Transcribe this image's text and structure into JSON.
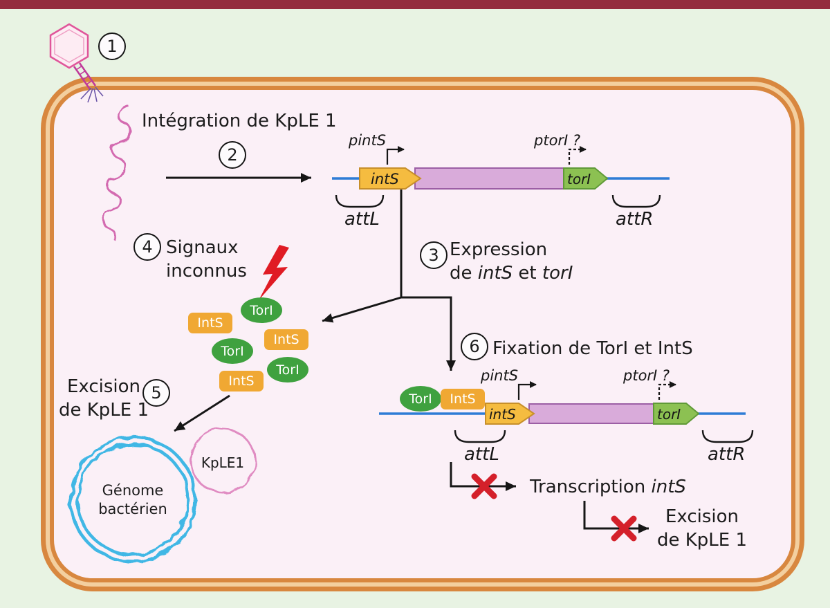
{
  "colors": {
    "top_bar": "#942c3e",
    "background": "#e8f3e3",
    "cell_fill": "#fbf0f7",
    "membrane_orange": "#d8873f",
    "membrane_band": "#f3cf9f",
    "dna_strand_blue": "#2e7cd6",
    "gene_ints_orange": "#f5bc40",
    "gene_tori_green": "#8cc152",
    "kple_element_purple": "#d9abda",
    "protein_ints_orange": "#f0a833",
    "protein_tori_green": "#3fa13f",
    "alert_red": "#d4202a",
    "genome_blue": "#41b7e5",
    "kple_circle_pink": "#e08cc2",
    "phage_pink": "#e0559a"
  },
  "steps": {
    "n1": "1",
    "n2": "2",
    "n3": "3",
    "n4": "4",
    "n5": "5",
    "n6": "6"
  },
  "labels": {
    "integration": "Intégration de KpLE 1",
    "expression_line1": "Expression",
    "expression_de": "de ",
    "expression_et": " et ",
    "signaux_line1": "Signaux",
    "signaux_line2": "inconnus",
    "excision_line1": "Excision",
    "excision_line2": "de KpLE 1",
    "fixation": "Fixation de TorI et IntS",
    "transcription_pre": "Transcription ",
    "blocked_excision_line1": "Excision",
    "blocked_excision_line2": "de KpLE 1"
  },
  "genes": {
    "intS": "intS",
    "torI": "torI"
  },
  "promoters": {
    "pintS": "pintS",
    "ptorI": "ptorI ?"
  },
  "att_sites": {
    "attL": "attL",
    "attR": "attR"
  },
  "proteins": {
    "IntS": "IntS",
    "TorI": "TorI"
  },
  "genome": {
    "line1": "Génome",
    "line2": "bactérien"
  },
  "kple_episome": "KpLE1"
}
